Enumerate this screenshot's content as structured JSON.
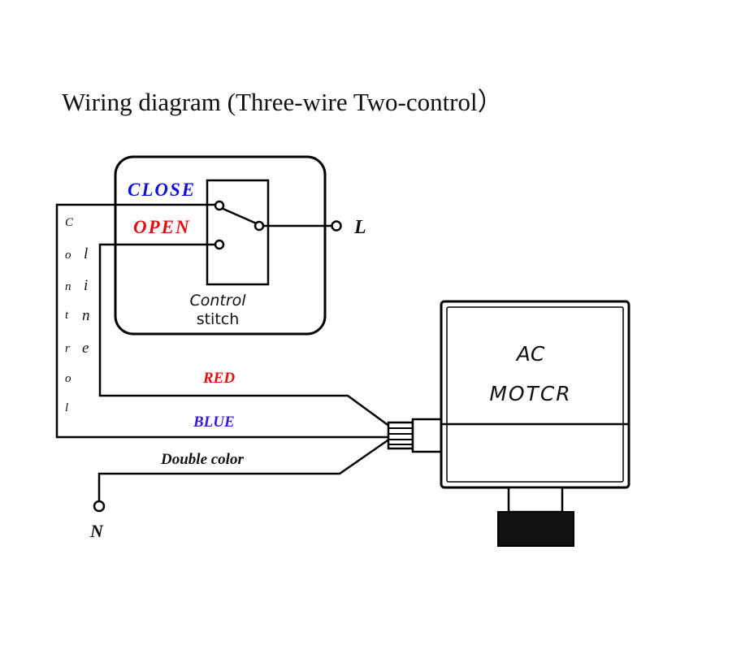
{
  "title": "Wiring diagram (Three-wire Two-control）",
  "switch": {
    "close_label": "CLOSE",
    "open_label": "OPEN",
    "caption_line1": "Control",
    "caption_line2": "stitch",
    "terminal_label": "L"
  },
  "control_line_label": [
    "C",
    "o",
    "n",
    "t",
    "r",
    "o",
    "l"
  ],
  "line_label": [
    "l",
    "i",
    "n",
    "e"
  ],
  "wires": {
    "red_label": "RED",
    "blue_label": "BLUE",
    "double_label": "Double color",
    "neutral_label": "N"
  },
  "motor": {
    "line1": "AC",
    "line2": "MOTCR"
  },
  "colors": {
    "close": "#1010d8",
    "open": "#e01010",
    "red_wire": "#e01010",
    "blue_wire": "#3a18d8",
    "line": "#000000"
  }
}
